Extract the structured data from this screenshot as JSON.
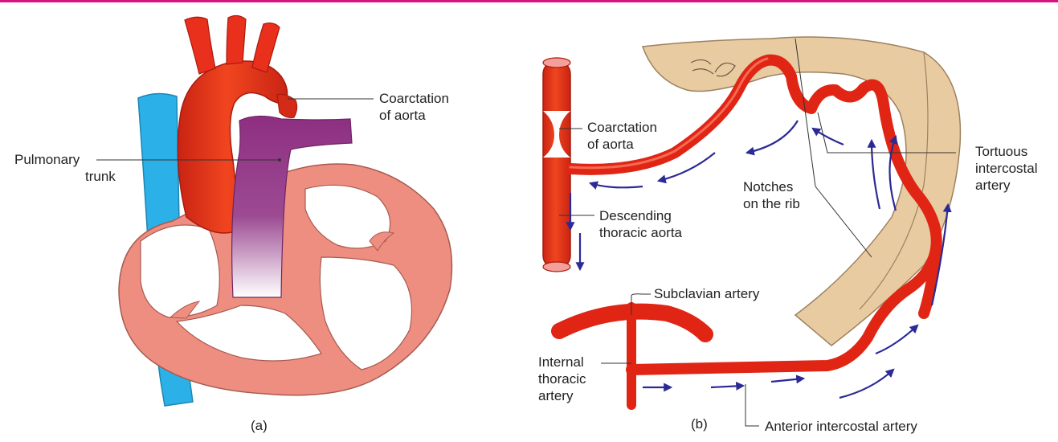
{
  "colors": {
    "top_border": "#d5157f",
    "aorta": "#e8301c",
    "aorta_dark": "#b81e10",
    "vein": "#2bb0e8",
    "pulmonary": "#8e2f82",
    "heart": "#ee8e80",
    "rib": "#e9cba1",
    "artery": "#e02515",
    "flow_arrow": "#2b2a96",
    "leader": "#333333"
  },
  "figure_a": {
    "caption": "(a)",
    "labels": {
      "coarctation_line1": "Coarctation",
      "coarctation_line2": "of aorta",
      "pulmonary_line1": "Pulmonary",
      "pulmonary_line2": "trunk"
    }
  },
  "figure_b": {
    "caption": "(b)",
    "labels": {
      "coarctation_line1": "Coarctation",
      "coarctation_line2": "of aorta",
      "descending_line1": "Descending",
      "descending_line2": "thoracic aorta",
      "notches_line1": "Notches",
      "notches_line2": "on the rib",
      "tortuous_line1": "Tortuous",
      "tortuous_line2": "intercostal",
      "tortuous_line3": "artery",
      "subclavian": "Subclavian artery",
      "internal_line1": "Internal",
      "internal_line2": "thoracic",
      "internal_line3": "artery",
      "anterior": "Anterior intercostal artery"
    }
  }
}
